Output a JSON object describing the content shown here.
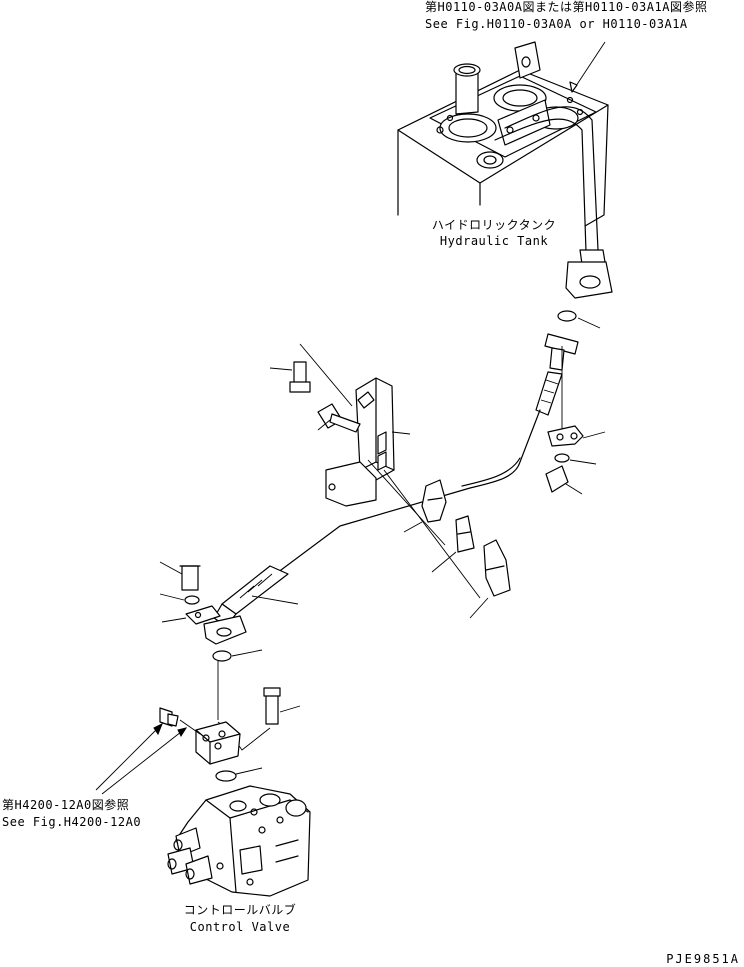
{
  "refs": {
    "tank_ref_jp": "第H0110-03A0A図または第H0110-03A1A図参照",
    "tank_ref_en": "See Fig.H0110-03A0A or H0110-03A1A",
    "valve_ref_jp": "第H4200-12A0図参照",
    "valve_ref_en": "See Fig.H4200-12A0"
  },
  "components": {
    "tank_jp": "ハイドロリックタンク",
    "tank_en": "Hydraulic Tank",
    "valve_jp": "コントロールバルブ",
    "valve_en": "Control Valve"
  },
  "drawing_id": "PJE9851A"
}
